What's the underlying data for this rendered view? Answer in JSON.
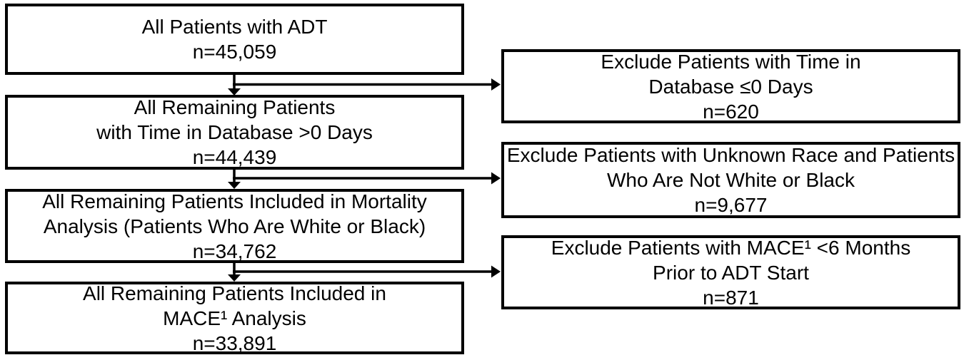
{
  "flowchart": {
    "cohort_boxes": [
      {
        "lines": [
          "All Patients with ADT",
          "n=45,059"
        ]
      },
      {
        "lines": [
          "All Remaining Patients",
          "with Time in Database >0 Days",
          "n=44,439"
        ]
      },
      {
        "lines": [
          "All Remaining Patients Included in Mortality",
          "Analysis (Patients Who Are White or Black)",
          "n=34,762"
        ]
      },
      {
        "lines": [
          "All Remaining Patients Included in",
          "MACE¹ Analysis",
          "n=33,891"
        ]
      }
    ],
    "exclusion_boxes": [
      {
        "lines": [
          "Exclude Patients with Time in",
          "Database ≤0 Days",
          "n=620"
        ]
      },
      {
        "lines": [
          "Exclude Patients with Unknown Race and Patients",
          "Who Are Not White or Black",
          "n=9,677"
        ]
      },
      {
        "lines": [
          "Exclude Patients with MACE¹ <6 Months",
          "Prior to ADT Start",
          "n=871"
        ]
      }
    ],
    "colors": {
      "background": "#ffffff",
      "box_fill": "#ffffff",
      "box_border": "#000000",
      "text": "#000000",
      "arrow": "#000000"
    }
  }
}
